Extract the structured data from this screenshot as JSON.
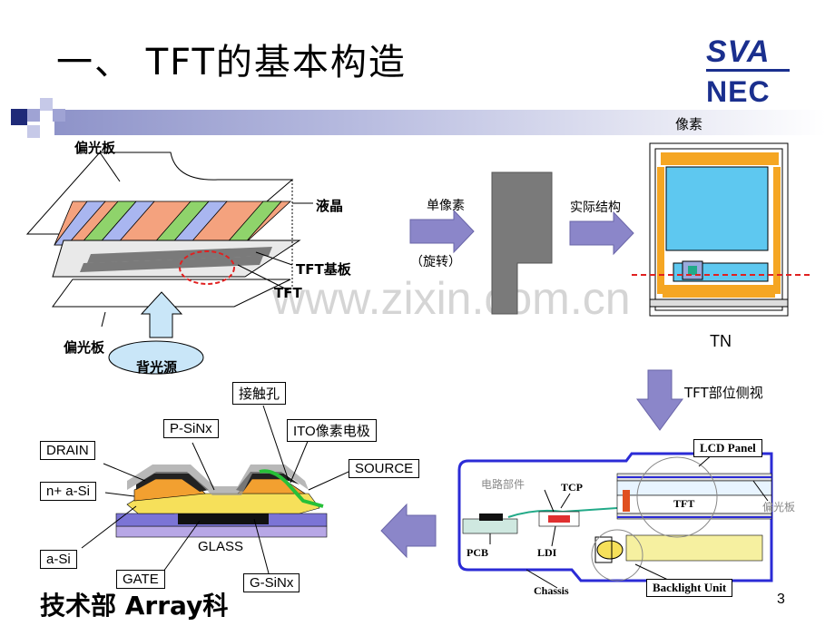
{
  "slide": {
    "title": "一、 TFT的基本构造",
    "footer": "技术部 Array科",
    "page_number": "3",
    "watermark": "www.zixin.com.cn"
  },
  "logo": {
    "line1": "SVA",
    "line2": "NEC"
  },
  "exploded_view": {
    "polarizer_top": "偏光板",
    "liquid_crystal": "液晶",
    "tft_substrate": "TFT基板",
    "tft": "TFT",
    "polarizer_bottom": "偏光板",
    "backlight": "背光源"
  },
  "flow": {
    "single_pixel": "单像素",
    "rotation": "（旋转）",
    "actual_structure": "实际结构",
    "pixel": "像素",
    "tn": "TN",
    "tft_side_view": "TFT部位侧视"
  },
  "cross_section": {
    "contact_hole": "接触孔",
    "p_sinx": "P-SiNx",
    "ito": "ITO像素电极",
    "drain": "DRAIN",
    "source": "SOURCE",
    "n_plus_asi": "n+ a-Si",
    "a_si": "a-Si",
    "glass": "GLASS",
    "gate": "GATE",
    "g_sinx": "G-SiNx"
  },
  "module": {
    "lcd_panel": "LCD Panel",
    "circuit_parts": "电路部件",
    "tcp": "TCP",
    "tft": "TFT",
    "polarizer": "偏光板",
    "pcb": "PCB",
    "ldi": "LDI",
    "chassis": "Chassis",
    "backlight_unit": "Backlight Unit"
  },
  "colors": {
    "title_bar": "#8e93c9",
    "arrow_fill": "#8b86c9",
    "pixel_blue": "#5ec8f0",
    "pixel_orange": "#f5a623",
    "logo_blue": "#1a2f8e",
    "module_border": "#2b2bd6"
  }
}
